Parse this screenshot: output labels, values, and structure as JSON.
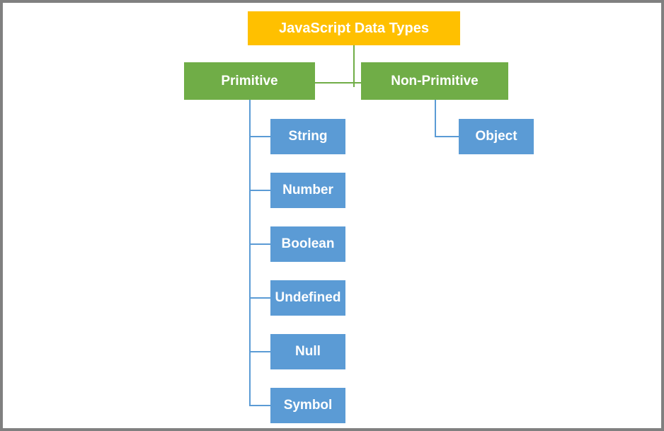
{
  "diagram": {
    "root": {
      "label": "JavaScript Data Types"
    },
    "branches": [
      {
        "label": "Primitive",
        "children": [
          "String",
          "Number",
          "Boolean",
          "Undefined",
          "Null",
          "Symbol"
        ]
      },
      {
        "label": "Non-Primitive",
        "children": [
          "Object"
        ]
      }
    ],
    "colors": {
      "root_fill": "#FFC000",
      "branch_fill": "#70AD47",
      "leaf_fill": "#5B9BD5",
      "connector_green": "#70AD47",
      "connector_blue": "#5B9BD5",
      "canvas_border": "#808080",
      "label_text": "#FFFFFF"
    }
  }
}
